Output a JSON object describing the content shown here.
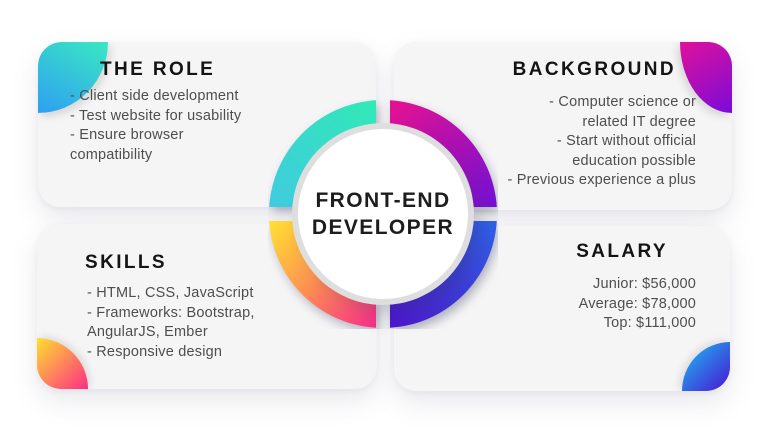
{
  "center": {
    "title": [
      "FRONT-END",
      "DEVELOPER"
    ]
  },
  "cards": {
    "role": {
      "title": "THE ROLE",
      "lines": [
        "- Client side development",
        "- Test website for usability",
        "- Ensure browser",
        "compatibility"
      ]
    },
    "background": {
      "title": "BACKGROUND",
      "lines": [
        "- Computer science or",
        "related IT degree",
        "- Start without official",
        "education possible",
        "- Previous experience a plus"
      ]
    },
    "skills": {
      "title": "SKILLS",
      "lines": [
        "- HTML, CSS, JavaScript",
        "- Frameworks: Bootstrap,",
        "AngularJS, Ember",
        "- Responsive design"
      ]
    },
    "salary": {
      "title": "SALARY",
      "lines": [
        "Junior: $56,000",
        "Average: $78,000",
        "Top: $111,000"
      ]
    }
  },
  "colors": {
    "card_bg": "#F5F5F6",
    "heading_text": "#141414",
    "body_text": "#4E4E4E",
    "role_arc_from": "#31E9B6",
    "role_arc_to": "#3FCBE0",
    "background_arc_from": "#E8118F",
    "background_arc_to": "#7311D6",
    "skills_arc_from": "#FFE133",
    "skills_arc_mid": "#FF9052",
    "skills_arc_to": "#FA2D8C",
    "salary_arc_from": "#2E63E8",
    "salary_arc_to": "#4F14D0",
    "role_petal_from": "#3AE8C2",
    "role_petal_to": "#2E9FF2",
    "background_petal_from": "#E0119B",
    "background_petal_to": "#7A0BD8",
    "skills_petal_from": "#FFDF2E",
    "skills_petal_to": "#FC2E86",
    "salary_petal_from": "#19C3F2",
    "salary_petal_to": "#4A14D4"
  }
}
